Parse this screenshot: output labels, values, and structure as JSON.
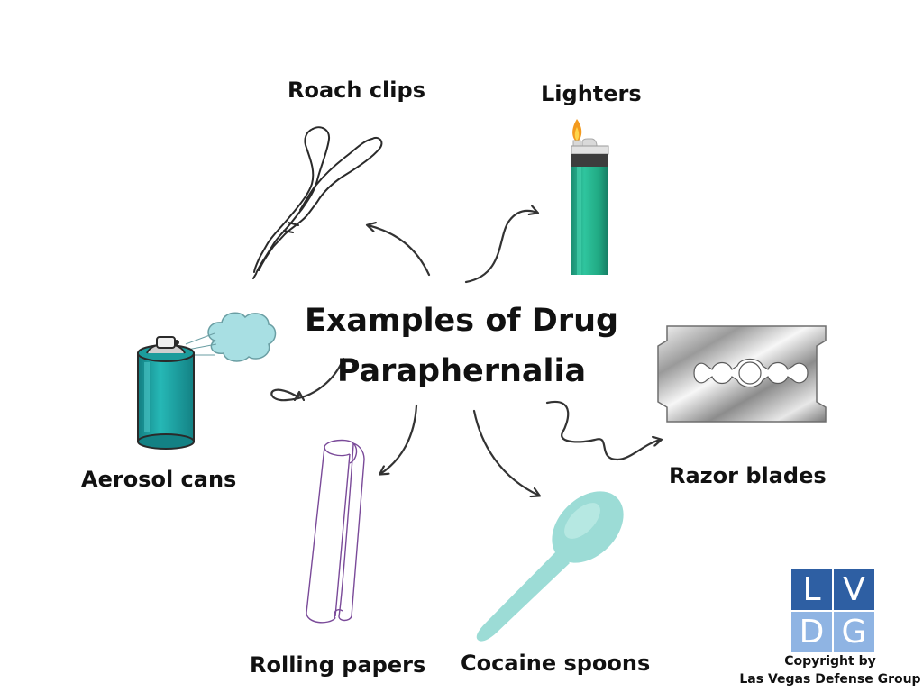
{
  "diagram": {
    "title_line1": "Examples of Drug",
    "title_line2": "Paraphernalia",
    "items": {
      "roach_clips": "Roach clips",
      "lighters": "Lighters",
      "razor_blades": "Razor blades",
      "aerosol_cans": "Aerosol cans",
      "rolling_papers": "Rolling papers",
      "cocaine_spoons": "Cocaine spoons"
    }
  },
  "logo": {
    "letters": [
      "L",
      "V",
      "D",
      "G"
    ],
    "colors": {
      "dark": "#2e5fa3",
      "light": "#8fb4e3"
    }
  },
  "copyright": {
    "line1": "Copyright by",
    "line2": "Las Vegas Defense Group"
  },
  "colors": {
    "teal": "#1fa38a",
    "aerosol_teal": "#20a6a6",
    "cloud": "#a8dfe3",
    "spoon": "#9cdcd6",
    "arrow": "#333333",
    "paper_outline": "#7a4a99"
  }
}
